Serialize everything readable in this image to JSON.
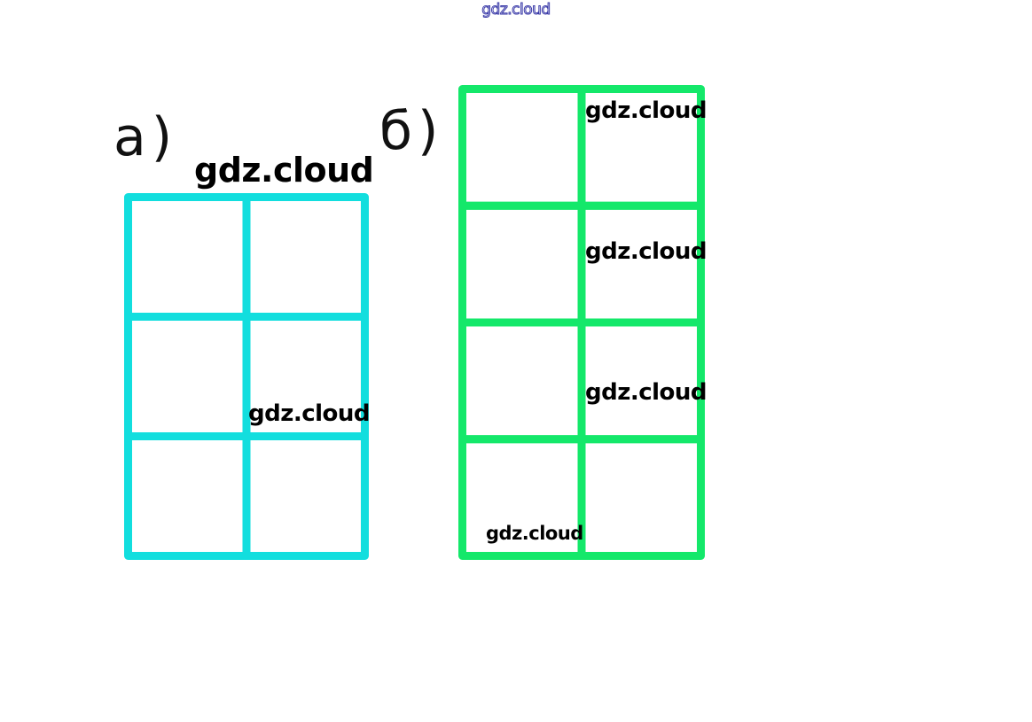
{
  "header": {
    "site_title": "gdz.cloud"
  },
  "figures": {
    "a": {
      "label": "а)",
      "color": "#12dede",
      "rows": 3,
      "cols": 2,
      "watermarks": [
        "gdz.cloud",
        "gdz.cloud"
      ]
    },
    "b": {
      "label": "б)",
      "color": "#14e86a",
      "rows": 4,
      "cols": 2,
      "watermarks": [
        "gdz.cloud",
        "gdz.cloud",
        "gdz.cloud",
        "gdz.cloud"
      ]
    }
  }
}
